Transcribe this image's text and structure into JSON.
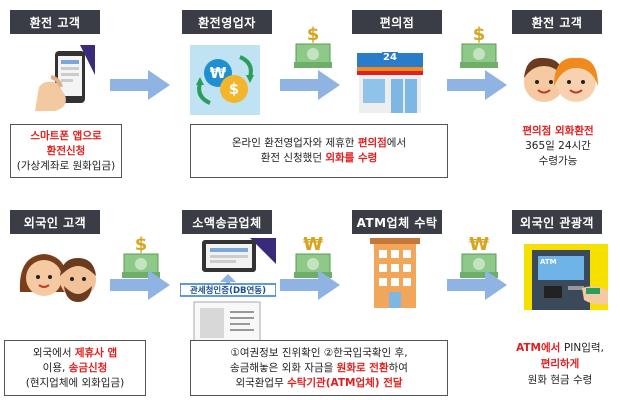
{
  "row1": {
    "h1": "환전 고객",
    "h2": "환전영업자",
    "h3": "편의점",
    "h4": "환전 고객",
    "d1": {
      "l1": "스마트폰 앱으로",
      "l2": "환전신청",
      "l3": "(가상계좌로 원화입금)"
    },
    "d2": {
      "a": "온라인 환전영업자와 제휴한 ",
      "b": "편의점",
      "c": "에서",
      "d": "환전 신청했던 ",
      "e": "외화를 수령"
    },
    "d4": {
      "l1": "편의점 외화환전",
      "l2": "365일 24시간",
      "l3": "수령가능"
    },
    "store_sign": "24"
  },
  "row2": {
    "h1": "외국인 고객",
    "h2": "소액송금업체",
    "h3": "ATM업체 수탁",
    "h4": "외국인 관광객",
    "d1": {
      "a": "외국에서 ",
      "b": "제휴사 앱",
      "c": "이용, ",
      "d": "송금신청",
      "e": "(현지업체에 외화입금)"
    },
    "d2": {
      "a": "①여권정보 진위확인 ②한국입국확인 후,",
      "b": "송금해놓은 외화 자금을 ",
      "c": "원화로 전환",
      "d": "하여",
      "e": "외국환업무 ",
      "f": "수탁기관(ATM업체) 전달"
    },
    "d4": {
      "a": "ATM에서 ",
      "b": "PIN입력,",
      "c": "편리하게",
      "d": "원화 현금 수령"
    },
    "phone_banner": "관세청인증(DB연동)"
  },
  "colors": {
    "header": "#3a3d45",
    "arrow": "#8fb4e3",
    "accent": "#e02020"
  }
}
